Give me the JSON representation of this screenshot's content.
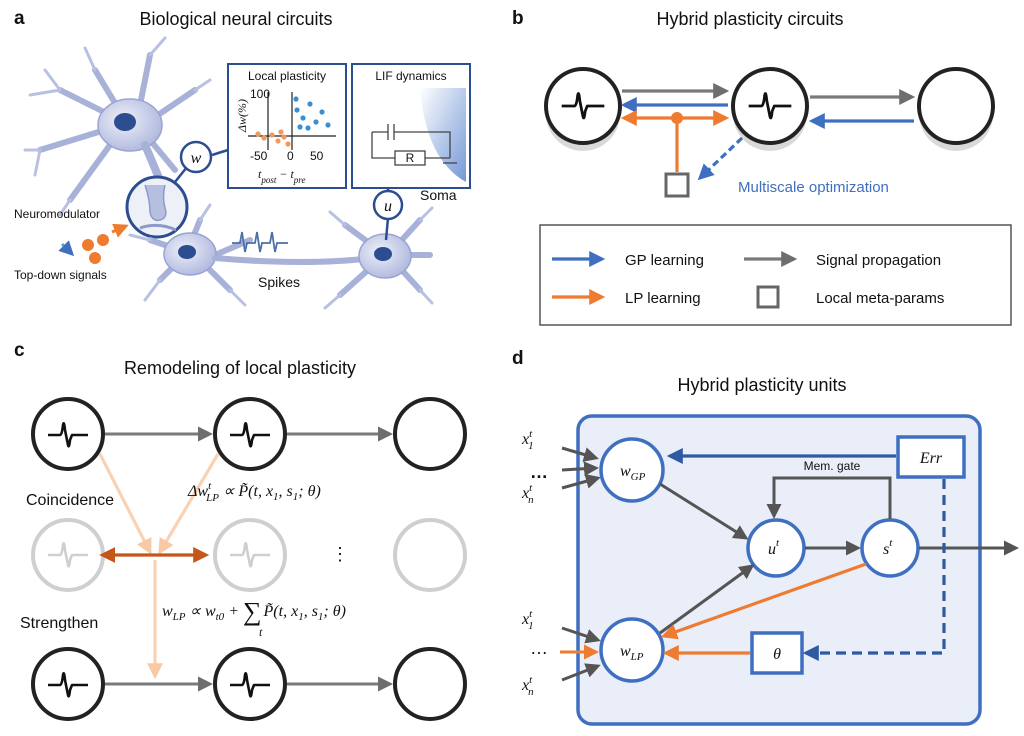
{
  "panels": {
    "a": {
      "label": "a",
      "title": "Biological neural circuits",
      "local_plasticity": {
        "title": "Local plasticity",
        "y_axis": "Δw(%)",
        "y_tick": "100",
        "x_ticks": [
          "-50",
          "0",
          "50"
        ],
        "x_axis": "t",
        "x_sub1": "post",
        "x_minus": " − t",
        "x_sub2": "pre"
      },
      "lif": {
        "title": "LIF dynamics",
        "resistor": "R"
      },
      "w_symbol": "w",
      "u_symbol": "u",
      "labels": {
        "soma": "Soma",
        "neuromodulator": "Neuromodulator",
        "topdown": "Top-down signals",
        "spikes": "Spikes"
      }
    },
    "b": {
      "label": "b",
      "title": "Hybrid plasticity circuits",
      "multiscale": "Multiscale optimization",
      "legend": {
        "gp": "GP learning",
        "lp": "LP learning",
        "signal": "Signal propagation",
        "meta": "Local meta-params"
      }
    },
    "c": {
      "label": "c",
      "title": "Remodeling of local plasticity",
      "coincidence": "Coincidence",
      "strengthen": "Strengthen",
      "dots": "⋮",
      "eq1": "Δw",
      "eq1_sup": "t",
      "eq1_sub": "LP",
      "eq1_rest": " ∝ P̃(t, x",
      "eq1_tail": ", s",
      "eq1_end": "; θ)",
      "eq2": "w",
      "eq2_sub": "LP",
      "eq2_mid": " ∝ w",
      "eq2_sub2": "t0",
      "eq2_plus": " + ",
      "eq2_sum": "∑",
      "eq2_sum_sub": "t",
      "eq2_rest": "P̃(t, x",
      "eq2_tail": ", s",
      "eq2_end": "; θ)",
      "one": "1"
    },
    "d": {
      "label": "d",
      "title": "Hybrid plasticity units",
      "mem_gate": "Mem. gate",
      "err": "Err",
      "theta": "θ",
      "wgp": "w",
      "wgp_sub": "GP",
      "wlp": "w",
      "wlp_sub": "LP",
      "u": "u",
      "s": "s",
      "t": "t",
      "x": "x",
      "x1_sub": "1",
      "xn_sub": "n",
      "dots_top": "…",
      "dots_bottom": "…"
    }
  },
  "colors": {
    "gp_blue": "#3f6fc1",
    "lp_orange": "#ee7b30",
    "signal_gray": "#7a7a7a",
    "neuron_fill": "#c9cfe8",
    "panel_bg": "#e9eef9",
    "faint_orange": "#f9d2b4",
    "dark_orange": "#c4561a"
  }
}
